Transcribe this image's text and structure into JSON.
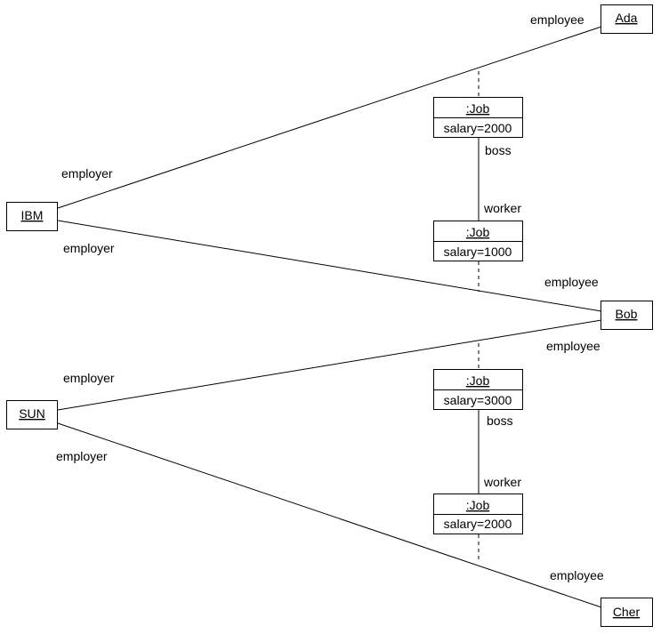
{
  "objects": {
    "ibm": "IBM",
    "sun": "SUN",
    "ada": "Ada",
    "bob": "Bob",
    "cher": "Cher"
  },
  "jobs": [
    {
      "name": ":Job",
      "attr": "salary=2000"
    },
    {
      "name": ":Job",
      "attr": "salary=1000"
    },
    {
      "name": ":Job",
      "attr": "salary=3000"
    },
    {
      "name": ":Job",
      "attr": "salary=2000"
    }
  ],
  "roles": {
    "ibm_ada_employer": "employer",
    "ibm_ada_employee": "employee",
    "ibm_bob_employer": "employer",
    "ibm_bob_employee": "employee",
    "sun_bob_employer": "employer",
    "sun_bob_employee": "employee",
    "sun_cher_employer": "employer",
    "sun_cher_employee": "employee",
    "job1_boss": "boss",
    "job1_worker": "worker",
    "job2_boss": "boss",
    "job2_worker": "worker"
  }
}
